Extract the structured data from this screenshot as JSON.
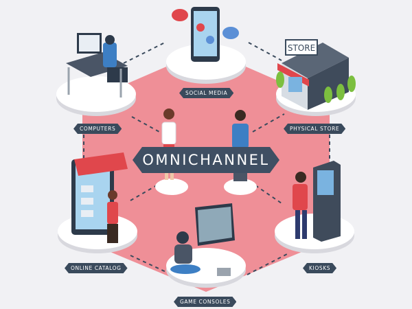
{
  "banner": {
    "title": "OMNICHANNEL"
  },
  "nodes": {
    "social_media": "SOCIAL MEDIA",
    "computers": "COMPUTERS",
    "physical_store": "PHYSICAL STORE",
    "online_catalog": "ONLINE CATALOG",
    "kiosks": "KIOSKS",
    "game_consoles": "GAME CONSOLES"
  },
  "store_sign": "STORE",
  "colors": {
    "background": "#f1f1f4",
    "hexagon": "#ef8f97",
    "label": "#3a4a5c",
    "banner": "#3f4f63",
    "platform": "#ffffff",
    "awning_red": "#e0474c"
  },
  "icons": [
    "chat-bubble-icon",
    "laptop-icon",
    "smartphone-icon",
    "store-building-icon",
    "tablet-shop-icon",
    "kiosk-terminal-icon",
    "game-console-icon",
    "tree-icon"
  ]
}
